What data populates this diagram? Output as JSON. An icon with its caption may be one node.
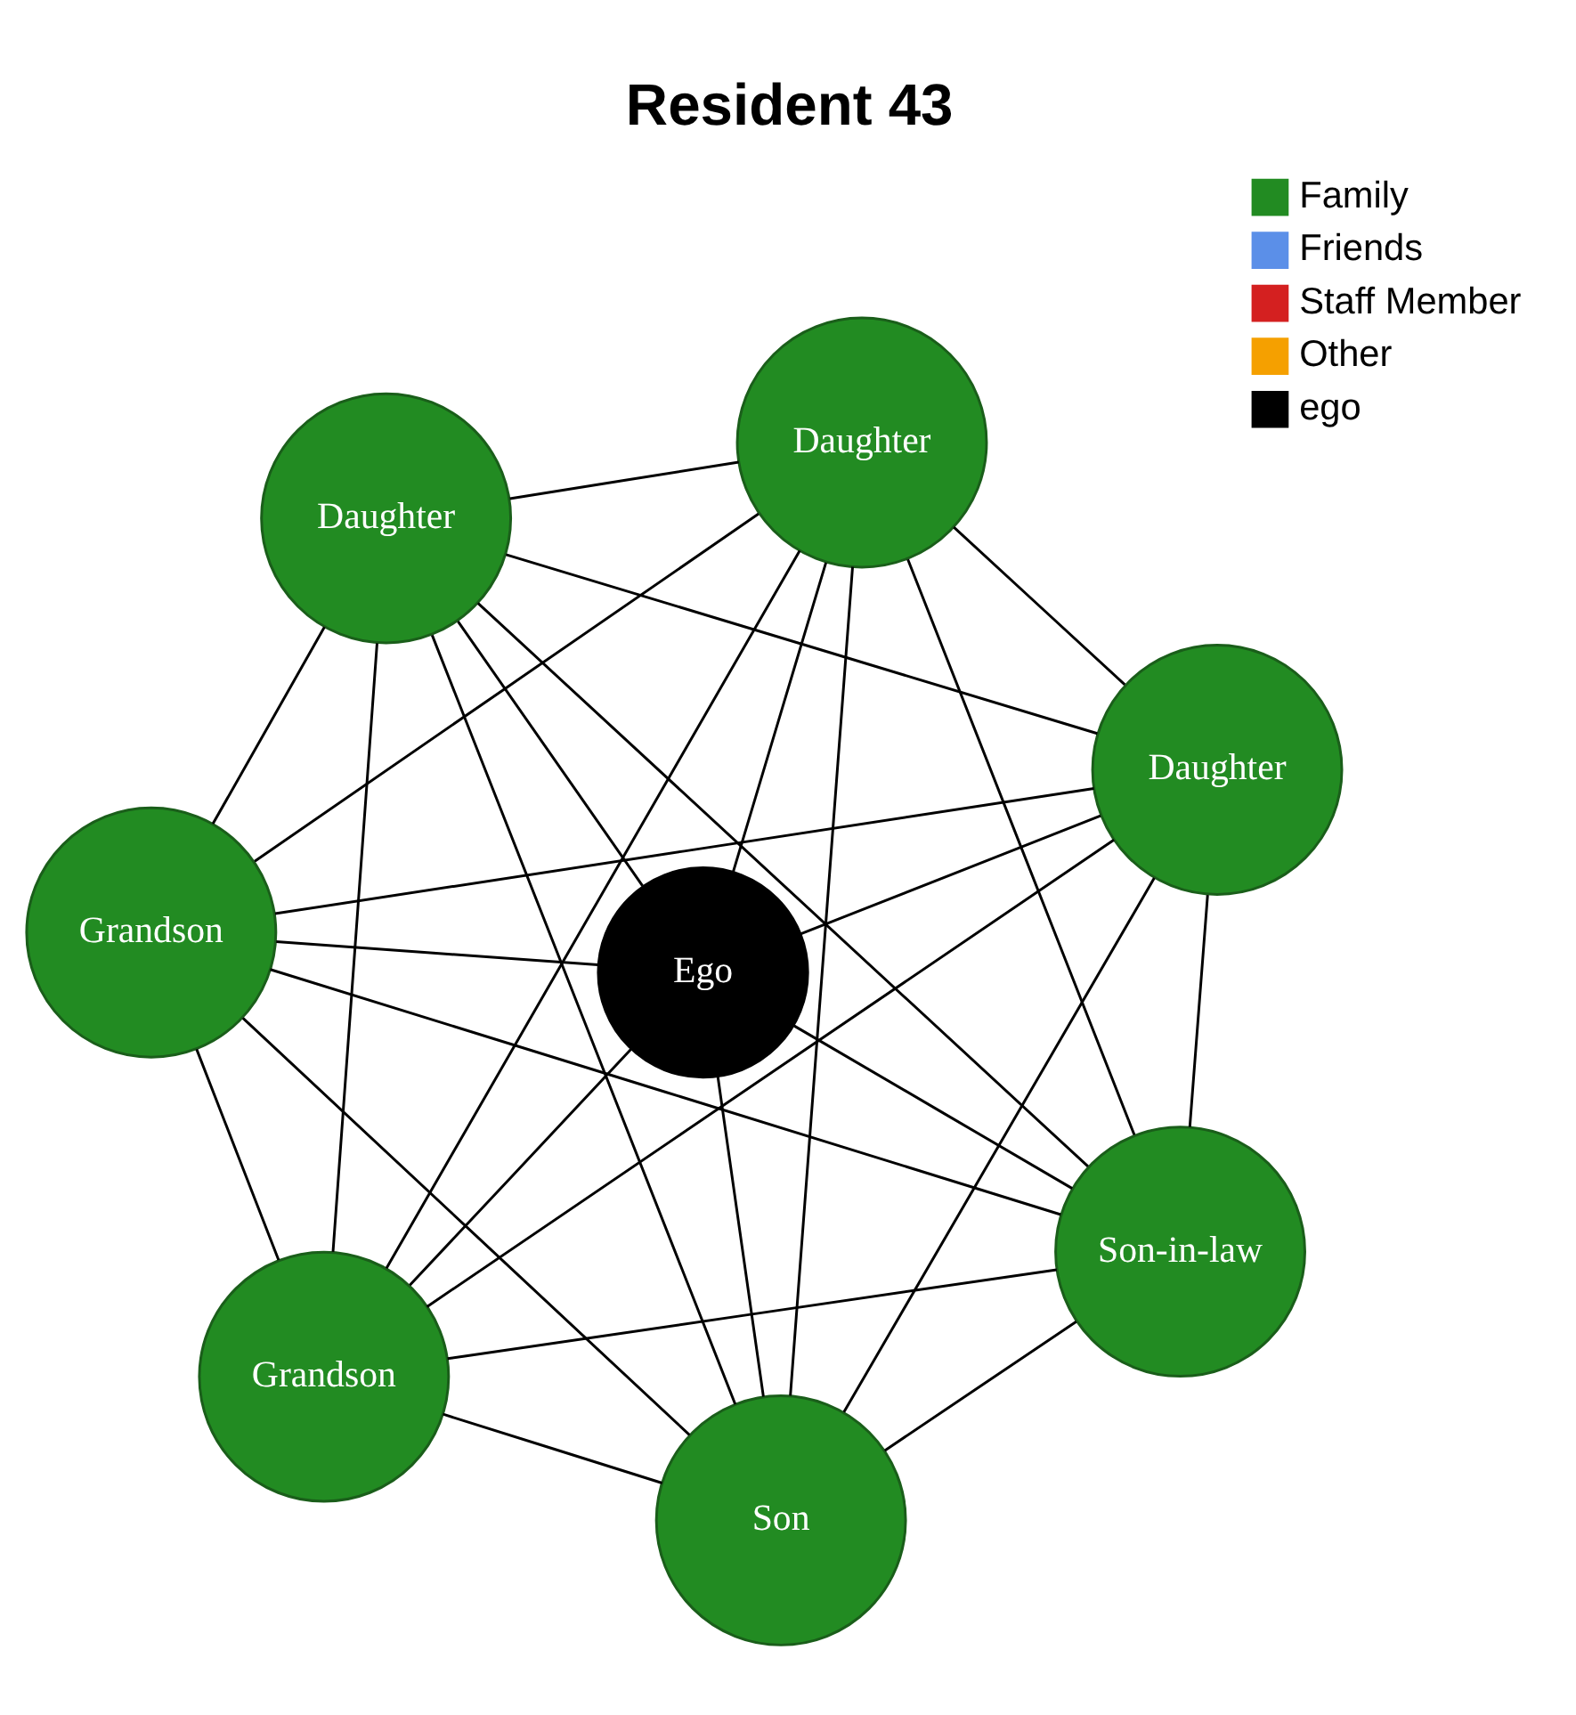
{
  "diagram": {
    "title": "Resident 43",
    "nodes": [
      {
        "text": [
          "Daughter"
        ]
      },
      {
        "text": [
          "Daughter"
        ]
      },
      {
        "text": [
          "Son"
        ]
      },
      {
        "text": [
          "Ego"
        ]
      },
      {
        "text": [
          "Daughter"
        ]
      },
      {
        "text": [
          "Grandson"
        ]
      },
      {
        "text": [
          "Grandson"
        ]
      },
      {
        "text": [
          "Son-in-law"
        ]
      }
    ],
    "edges": [
      {
        "from": 0,
        "to": 1,
        "arrow": "none"
      },
      {
        "from": 0,
        "to": 2,
        "arrow": "none"
      },
      {
        "from": 0,
        "to": 3,
        "arrow": "none"
      },
      {
        "from": 0,
        "to": 4,
        "arrow": "none"
      },
      {
        "from": 0,
        "to": 5,
        "arrow": "none"
      },
      {
        "from": 0,
        "to": 6,
        "arrow": "none"
      },
      {
        "from": 0,
        "to": 7,
        "arrow": "none"
      },
      {
        "from": 1,
        "to": 2,
        "arrow": "none"
      },
      {
        "from": 1,
        "to": 3,
        "arrow": "none"
      },
      {
        "from": 1,
        "to": 4,
        "arrow": "none"
      },
      {
        "from": 1,
        "to": 5,
        "arrow": "none"
      },
      {
        "from": 1,
        "to": 6,
        "arrow": "none"
      },
      {
        "from": 1,
        "to": 7,
        "arrow": "none"
      },
      {
        "from": 2,
        "to": 3,
        "arrow": "none"
      },
      {
        "from": 2,
        "to": 4,
        "arrow": "none"
      },
      {
        "from": 2,
        "to": 5,
        "arrow": "none"
      },
      {
        "from": 2,
        "to": 6,
        "arrow": "none"
      },
      {
        "from": 2,
        "to": 7,
        "arrow": "none"
      },
      {
        "from": 3,
        "to": 4,
        "arrow": "none"
      },
      {
        "from": 3,
        "to": 5,
        "arrow": "none"
      },
      {
        "from": 3,
        "to": 6,
        "arrow": "none"
      },
      {
        "from": 3,
        "to": 7,
        "arrow": "none"
      },
      {
        "from": 4,
        "to": 5,
        "arrow": "none"
      },
      {
        "from": 4,
        "to": 6,
        "arrow": "none"
      },
      {
        "from": 4,
        "to": 7,
        "arrow": "none"
      },
      {
        "from": 5,
        "to": 6,
        "arrow": "none"
      },
      {
        "from": 5,
        "to": 7,
        "arrow": "none"
      },
      {
        "from": 6,
        "to": 7,
        "arrow": "none"
      }
    ],
    "legend": [
      {
        "text": "Family",
        "color": "#228b22"
      },
      {
        "text": "Friends",
        "color": "#5b8fe8"
      },
      {
        "text": "Staff Member",
        "color": "#d42020"
      },
      {
        "text": "Other",
        "color": "#f5a000"
      },
      {
        "text": "ego",
        "color": "#000000"
      }
    ]
  }
}
